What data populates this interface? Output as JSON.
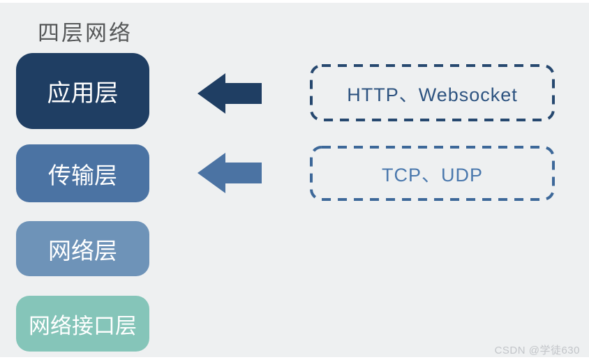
{
  "title": {
    "text": "四层网络",
    "color": "#565859"
  },
  "background": {
    "canvas": "#eef0f1",
    "page": "#ffffff"
  },
  "layers": [
    {
      "id": "application-layer",
      "label": "应用层",
      "fill": "#1f3e63",
      "text_color": "#ffffff"
    },
    {
      "id": "transport-layer",
      "label": "传输层",
      "fill": "#4b73a3",
      "text_color": "#ffffff"
    },
    {
      "id": "network-layer",
      "label": "网络层",
      "fill": "#6e93b8",
      "text_color": "#ffffff"
    },
    {
      "id": "network-interface-layer",
      "label": "网络接口层",
      "fill": "#85c5b9",
      "text_color": "#ffffff"
    }
  ],
  "arrows": [
    {
      "id": "arrow-to-application-layer",
      "direction": "left",
      "color": "#1f3e63"
    },
    {
      "id": "arrow-to-transport-layer",
      "direction": "left",
      "color": "#4b73a3"
    }
  ],
  "protocol_boxes": [
    {
      "label": "HTTP、Websocket",
      "border_color": "#26486f",
      "text_color": "#2d5380"
    },
    {
      "label": "TCP、UDP",
      "border_color": "#3d6899",
      "text_color": "#4a78ad"
    }
  ],
  "watermark": {
    "text": "CSDN @学徒630",
    "color": "#c2c5c9"
  }
}
